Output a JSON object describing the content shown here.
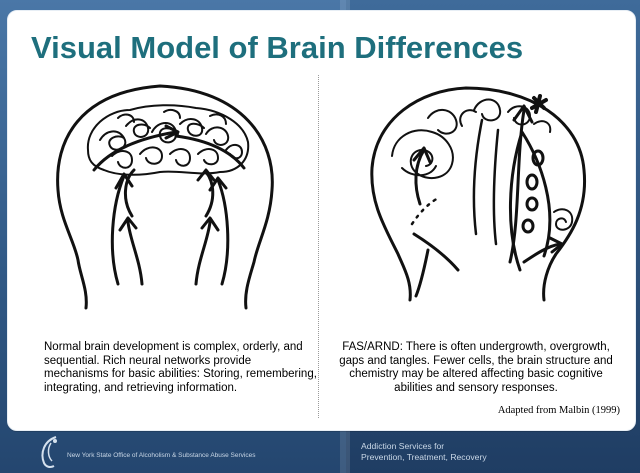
{
  "slide": {
    "title": "Visual Model of Brain Differences",
    "left_panel": {
      "caption": "Normal brain development is complex, orderly, and sequential.  Rich neural networks provide mechanisms for basic abilities: Storing, remembering, integrating, and retrieving information."
    },
    "right_panel": {
      "caption": "FAS/ARND: There is often undergrowth, overgrowth, gaps and tangles. Fewer cells, the brain structure and chemistry may be altered affecting basic cognitive abilities and sensory responses."
    },
    "source": "Adapted from Malbin (1999)"
  },
  "footer": {
    "organization": "New York State Office of Alcoholism & Substance Abuse Services",
    "tagline_line1": "Addiction Services for",
    "tagline_line2": "Prevention, Treatment, Recovery"
  },
  "colors": {
    "title": "#1e6f7d",
    "background": "#2b4f78",
    "footer_text": "#c9d7e6"
  },
  "icons": [
    "agency-logo-icon"
  ]
}
